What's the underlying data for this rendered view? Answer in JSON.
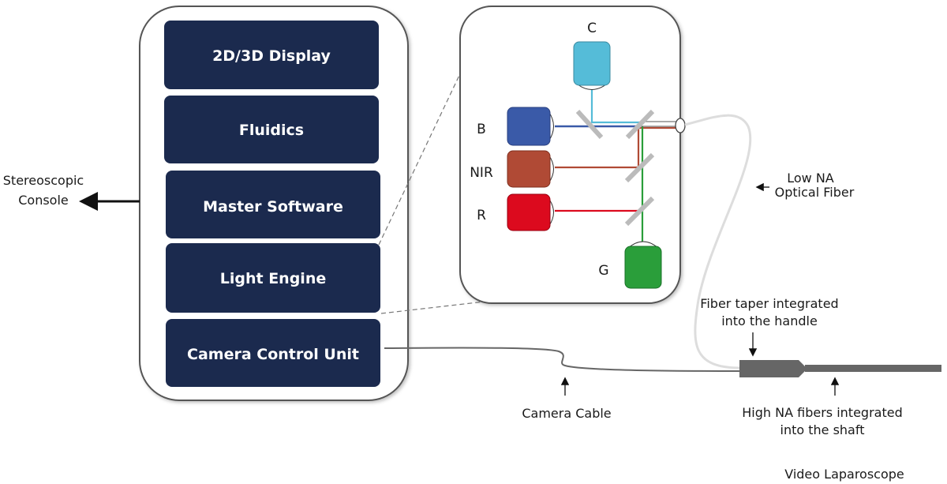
{
  "console": {
    "label_line1": "Stereoscopic",
    "label_line2": "Console",
    "blocks": [
      {
        "label": "2D/3D Display"
      },
      {
        "label": "Fluidics"
      },
      {
        "label": "Master Software"
      },
      {
        "label": "Light Engine"
      },
      {
        "label": "Camera Control Unit"
      }
    ],
    "block_color": "#1b2a4e"
  },
  "light_engine": {
    "sources": [
      {
        "label": "C",
        "color": "#55bcd8"
      },
      {
        "label": "B",
        "color": "#3a5aa8"
      },
      {
        "label": "NIR",
        "color": "#b04a35"
      },
      {
        "label": "R",
        "color": "#dc0a1e"
      },
      {
        "label": "G",
        "color": "#2a9e3a"
      }
    ]
  },
  "annotations": {
    "low_na_line1": "Low NA",
    "low_na_line2": "Optical Fiber",
    "taper_line1": "Fiber taper integrated",
    "taper_line2": "into the handle",
    "camera_cable": "Camera Cable",
    "high_na_line1": "High NA fibers integrated",
    "high_na_line2": "into the shaft",
    "laparoscope": "Video Laparoscope"
  }
}
